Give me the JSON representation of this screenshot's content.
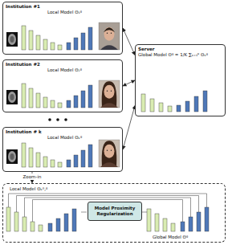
{
  "diagram": {
    "nodes": [
      {
        "text": [
          "Institution #1",
          "Local Model Θ₁ᵍ"
        ]
      },
      {
        "text": [
          "Institution #2",
          "Local Model Θ₂ᵍ"
        ]
      },
      {
        "text": [
          "Institution # k",
          "Local Model Θₖᵍ"
        ]
      },
      {
        "text": [
          "Server",
          "Global Model Θᵍ = 1/K ∑ₖ₌₁ᴷ Θₖᵍ"
        ]
      },
      {
        "text": [
          "Local Model Θₖᵖ,ᵍ",
          "Global Model Θᵍ"
        ]
      },
      {
        "text": [
          "Model Proximity Regularization"
        ],
        "in": 4
      }
    ],
    "edges": [
      {
        "from": 0,
        "to": 3,
        "arrow": "both"
      },
      {
        "from": 1,
        "to": 3,
        "arrow": "both"
      },
      {
        "from": 2,
        "to": 3,
        "arrow": "both"
      },
      {
        "from": 2,
        "to": 4,
        "label": "Zoom-in",
        "arrow": "to"
      }
    ]
  }
}
